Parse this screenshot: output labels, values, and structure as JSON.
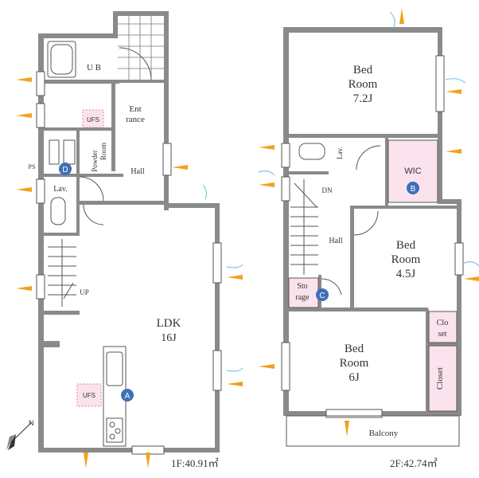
{
  "floor1": {
    "area_label": "1F:40.91㎡",
    "rooms": {
      "ub": "U B",
      "entrance_1": "Ent",
      "entrance_2": "rance",
      "powder_room_1": "Powder",
      "powder_room_2": "Room",
      "hall": "Hall",
      "lav": "Lav.",
      "ldk_1": "LDK",
      "ldk_2": "16J",
      "ufs_bath": "UFS",
      "ufs_ldk": "UFS",
      "ps": "PS",
      "up": "UP"
    },
    "markers": {
      "a": "A",
      "d": "D"
    }
  },
  "floor2": {
    "area_label": "2F:42.74㎡",
    "rooms": {
      "bed1_1": "Bed",
      "bed1_2": "Room",
      "bed1_3": "7.2J",
      "lav": "Lav.",
      "wic": "WIC",
      "dn": "DN",
      "hall": "Hall",
      "bed2_1": "Bed",
      "bed2_2": "Room",
      "bed2_3": "4.5J",
      "storage_1": "Sto",
      "storage_2": "rage",
      "closet_small_1": "Clo",
      "closet_small_2": "set",
      "bed3_1": "Bed",
      "bed3_2": "Room",
      "bed3_3": "6J",
      "closet": "Closet",
      "balcony": "Balcony"
    },
    "markers": {
      "b": "B",
      "c": "C"
    }
  },
  "compass": {
    "north": "N"
  },
  "colors": {
    "wall": "#8a8a8a",
    "marker": "#3f6fb8",
    "highlight": "#fbe3ee",
    "sun": "#f2a21a",
    "wind": "#7fc6e6"
  }
}
